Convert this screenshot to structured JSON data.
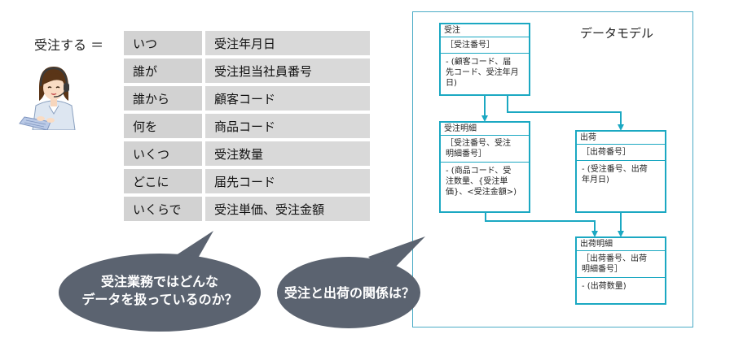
{
  "left": {
    "title": "受注する ＝",
    "rows": [
      {
        "q": "いつ",
        "a": "受注年月日"
      },
      {
        "q": "誰が",
        "a": "受注担当社員番号"
      },
      {
        "q": "誰から",
        "a": "顧客コード"
      },
      {
        "q": "何を",
        "a": "商品コード"
      },
      {
        "q": "いくつ",
        "a": "受注数量"
      },
      {
        "q": "どこに",
        "a": "届先コード"
      },
      {
        "q": "いくらで",
        "a": "受注単価、受注金額"
      }
    ]
  },
  "model": {
    "title": "データモデル",
    "entities": {
      "order": {
        "name": "受注",
        "key": "［受注番号］",
        "attrs": [
          "- (顧客コード、届",
          "先コード、受注年月",
          "日)"
        ]
      },
      "order_detail": {
        "name": "受注明細",
        "key": [
          "［受注番号、受注",
          "明細番号］"
        ],
        "attrs": [
          "- (商品コード、受",
          "注数量、{受注単",
          "価}、<受注金額>)"
        ]
      },
      "shipment": {
        "name": "出荷",
        "key": "［出荷番号］",
        "attrs": [
          "- (受注番号、出荷",
          "年月日)"
        ]
      },
      "shipment_detail": {
        "name": "出荷明細",
        "key": [
          "［出荷番号、出荷",
          "明細番号］"
        ],
        "attrs": [
          "- (出荷数量)"
        ]
      }
    }
  },
  "bubbles": {
    "left": [
      "受注業務ではどんな",
      "データを扱っているのか？"
    ],
    "right": "受注と出荷の関係は？"
  },
  "colors": {
    "bubble": "#5b6370",
    "accent": "#1ba8c2",
    "frame": "#4bacc6",
    "cell": "#d9d9d9"
  }
}
